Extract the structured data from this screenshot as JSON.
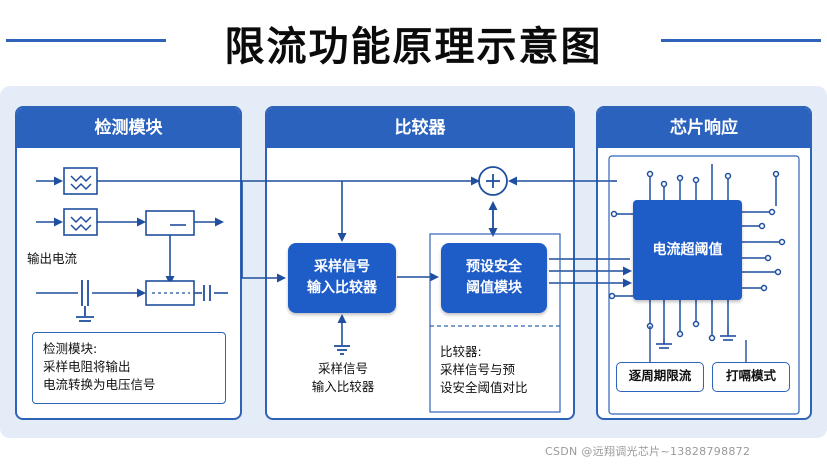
{
  "title": "限流功能原理示意图",
  "panels": {
    "detect": {
      "header": "检测模块",
      "output_current_label": "输出电流",
      "note_title": "检测模块:",
      "note_line1": "采样电阻将输出",
      "note_line2": "电流转换为电压信号"
    },
    "compare": {
      "header": "比较器",
      "sampling_box_line1": "采样信号",
      "sampling_box_line2": "输入比较器",
      "preset_box_line1": "预设安全",
      "preset_box_line2": "阈值模块",
      "bottom_label_line1": "采样信号",
      "bottom_label_line2": "输入比较器",
      "note_title": "比较器:",
      "note_line1": "采样信号与预",
      "note_line2": "设安全阈值对比"
    },
    "chip": {
      "header": "芯片响应",
      "chip_label": "电流超阈值",
      "mode1": "逐周期限流",
      "mode2": "打嗝模式"
    }
  },
  "colors": {
    "accent": "#2a62be",
    "box": "#1e5cc8",
    "stage": "#e4ecf7",
    "wire": "#1f4f9e"
  },
  "watermark": "CSDN @远翔调光芯片~13828798872"
}
